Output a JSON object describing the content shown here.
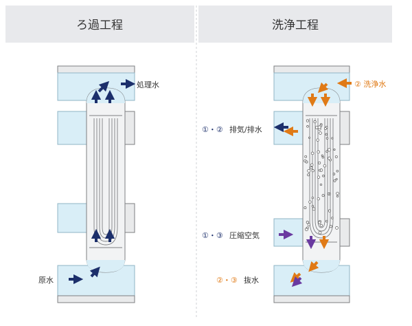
{
  "panels": {
    "filtration": {
      "title": "ろ過工程"
    },
    "washing": {
      "title": "洗浄工程"
    }
  },
  "labels": {
    "treated_water": "処理水",
    "raw_water": "原水",
    "wash_water": "② 洗浄水",
    "vent_drain_num": "①・②",
    "vent_drain": "排気/排水",
    "compressed_air_num": "①・③",
    "compressed_air": "圧縮空気",
    "drain_num": "②・③",
    "drain": "抜水"
  },
  "colors": {
    "header_bg": "#e8e9ec",
    "water": "#d9eef7",
    "pipe_edge": "#8fb4c6",
    "flow_navy": "#1c2f6b",
    "wash_orange": "#e07a16",
    "air_purple": "#6a3aa0",
    "steel": "#f2f3f4",
    "outline": "#7d7f82"
  }
}
